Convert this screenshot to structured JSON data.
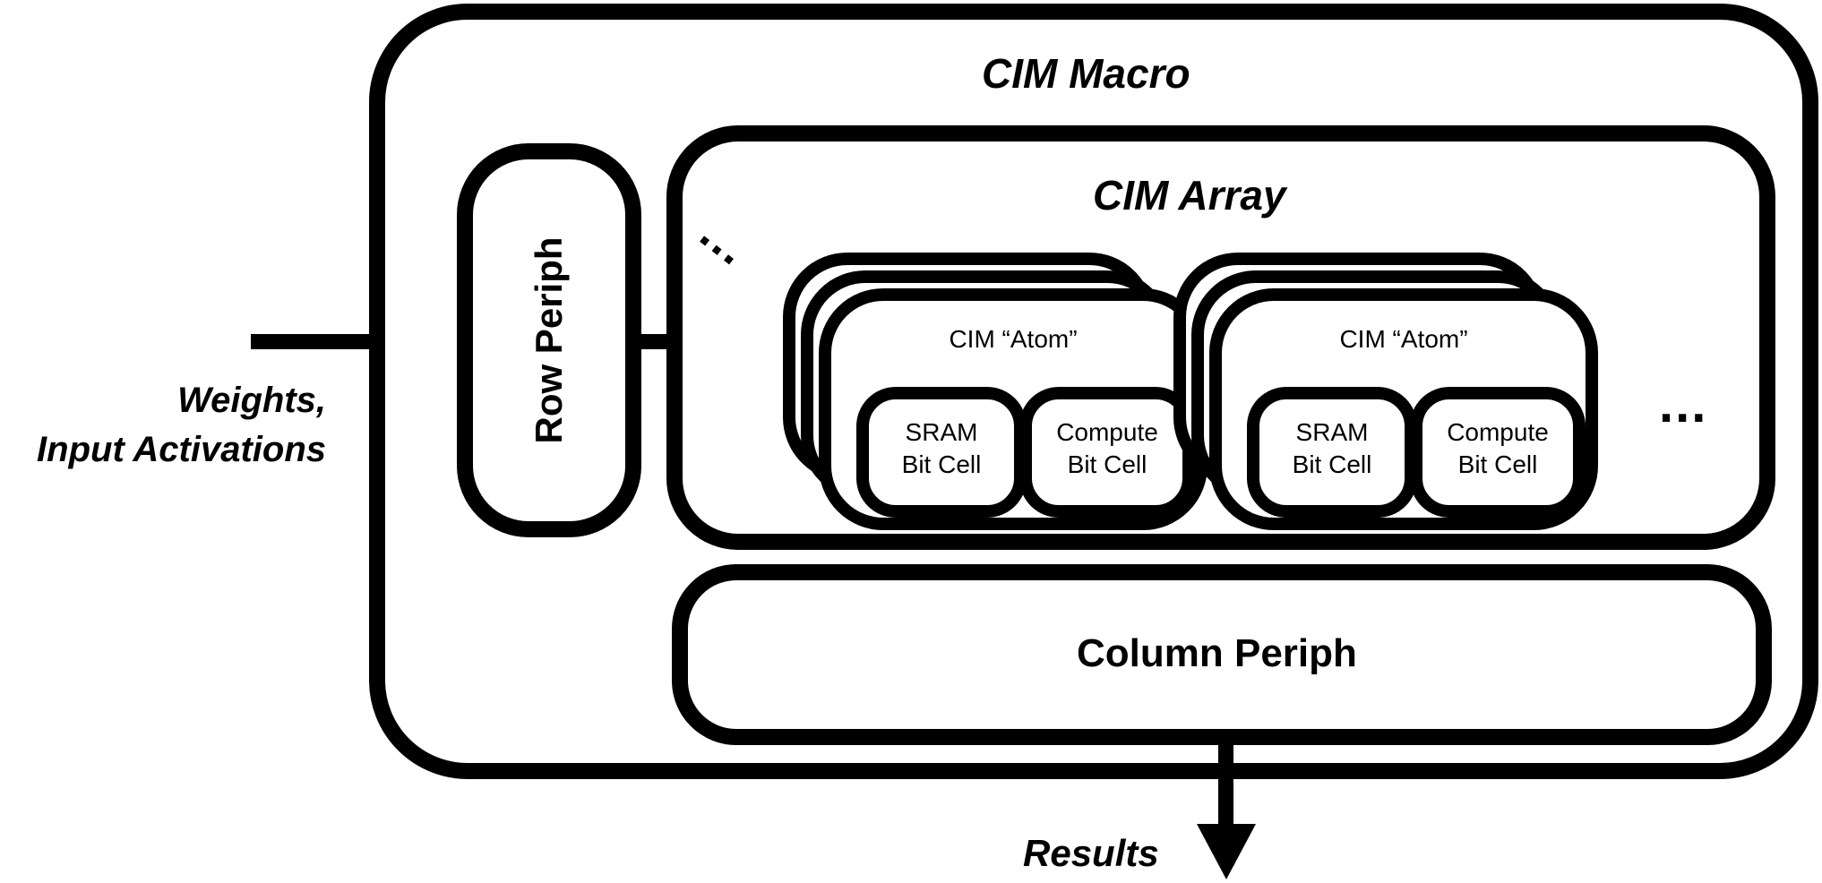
{
  "colors": {
    "stroke": "#000000",
    "background": "#ffffff"
  },
  "macro": {
    "title": "CIM Macro"
  },
  "array": {
    "title": "CIM Array",
    "top_ellipsis": "...",
    "right_ellipsis": "..."
  },
  "row_periph": {
    "label": "Row Periph"
  },
  "column_periph": {
    "label": "Column Periph"
  },
  "inputs": {
    "line1": "Weights,",
    "line2": "Input Activations"
  },
  "outputs": {
    "label": "Results"
  },
  "atoms": [
    {
      "title": "CIM “Atom”",
      "cells": [
        {
          "line1": "SRAM",
          "line2": "Bit Cell"
        },
        {
          "line1": "Compute",
          "line2": "Bit Cell"
        }
      ]
    },
    {
      "title": "CIM “Atom”",
      "cells": [
        {
          "line1": "SRAM",
          "line2": "Bit Cell"
        },
        {
          "line1": "Compute",
          "line2": "Bit Cell"
        }
      ]
    }
  ]
}
